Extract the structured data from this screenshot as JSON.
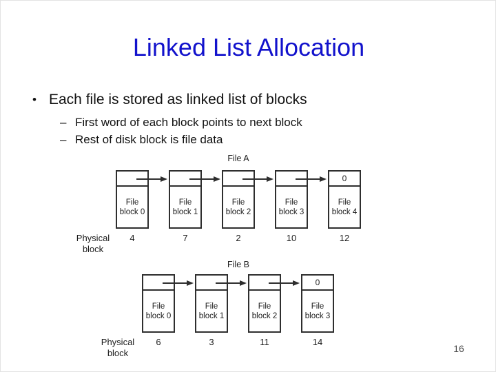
{
  "title": "Linked List Allocation",
  "bullet": {
    "marker": "•",
    "text": "Each file is stored as linked list of blocks"
  },
  "sub_bullets": [
    {
      "marker": "–",
      "text": "First word of each block points to next block"
    },
    {
      "marker": "–",
      "text": "Rest of disk block is file data"
    }
  ],
  "page_number": "16",
  "colors": {
    "title": "#1212cc",
    "text": "#111111",
    "diagram_stroke": "#2e2e2e",
    "page_number": "#4c4c4c"
  },
  "diagrams": [
    {
      "title": "File A",
      "physical_label": "Physical block",
      "blocks": [
        {
          "pointer": "",
          "label": "File block 0",
          "physical": "4"
        },
        {
          "pointer": "",
          "label": "File block 1",
          "physical": "7"
        },
        {
          "pointer": "",
          "label": "File block 2",
          "physical": "2"
        },
        {
          "pointer": "",
          "label": "File block 3",
          "physical": "10"
        },
        {
          "pointer": "0",
          "label": "File block 4",
          "physical": "12"
        }
      ]
    },
    {
      "title": "File B",
      "physical_label": "Physical block",
      "blocks": [
        {
          "pointer": "",
          "label": "File block 0",
          "physical": "6"
        },
        {
          "pointer": "",
          "label": "File block 1",
          "physical": "3"
        },
        {
          "pointer": "",
          "label": "File block 2",
          "physical": "11"
        },
        {
          "pointer": "0",
          "label": "File block 3",
          "physical": "14"
        }
      ]
    }
  ]
}
